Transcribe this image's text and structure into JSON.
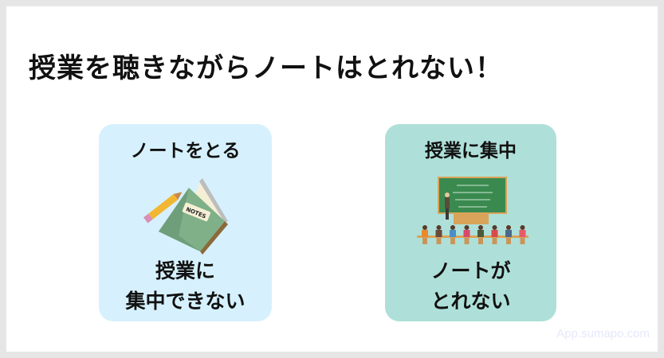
{
  "title": "授業を聴きながらノートはとれない！",
  "cards": [
    {
      "title": "ノートをとる",
      "line1": "授業に",
      "line2": "集中できない",
      "illustration": "notebook-pencil-icon",
      "color": "#d6f1fd"
    },
    {
      "title": "授業に集中",
      "line1": "ノートが",
      "line2": "とれない",
      "illustration": "classroom-lecture-icon",
      "color": "#aee0d9"
    }
  ],
  "illustration_label": "NOTES",
  "watermark": "App.sumapo.com"
}
